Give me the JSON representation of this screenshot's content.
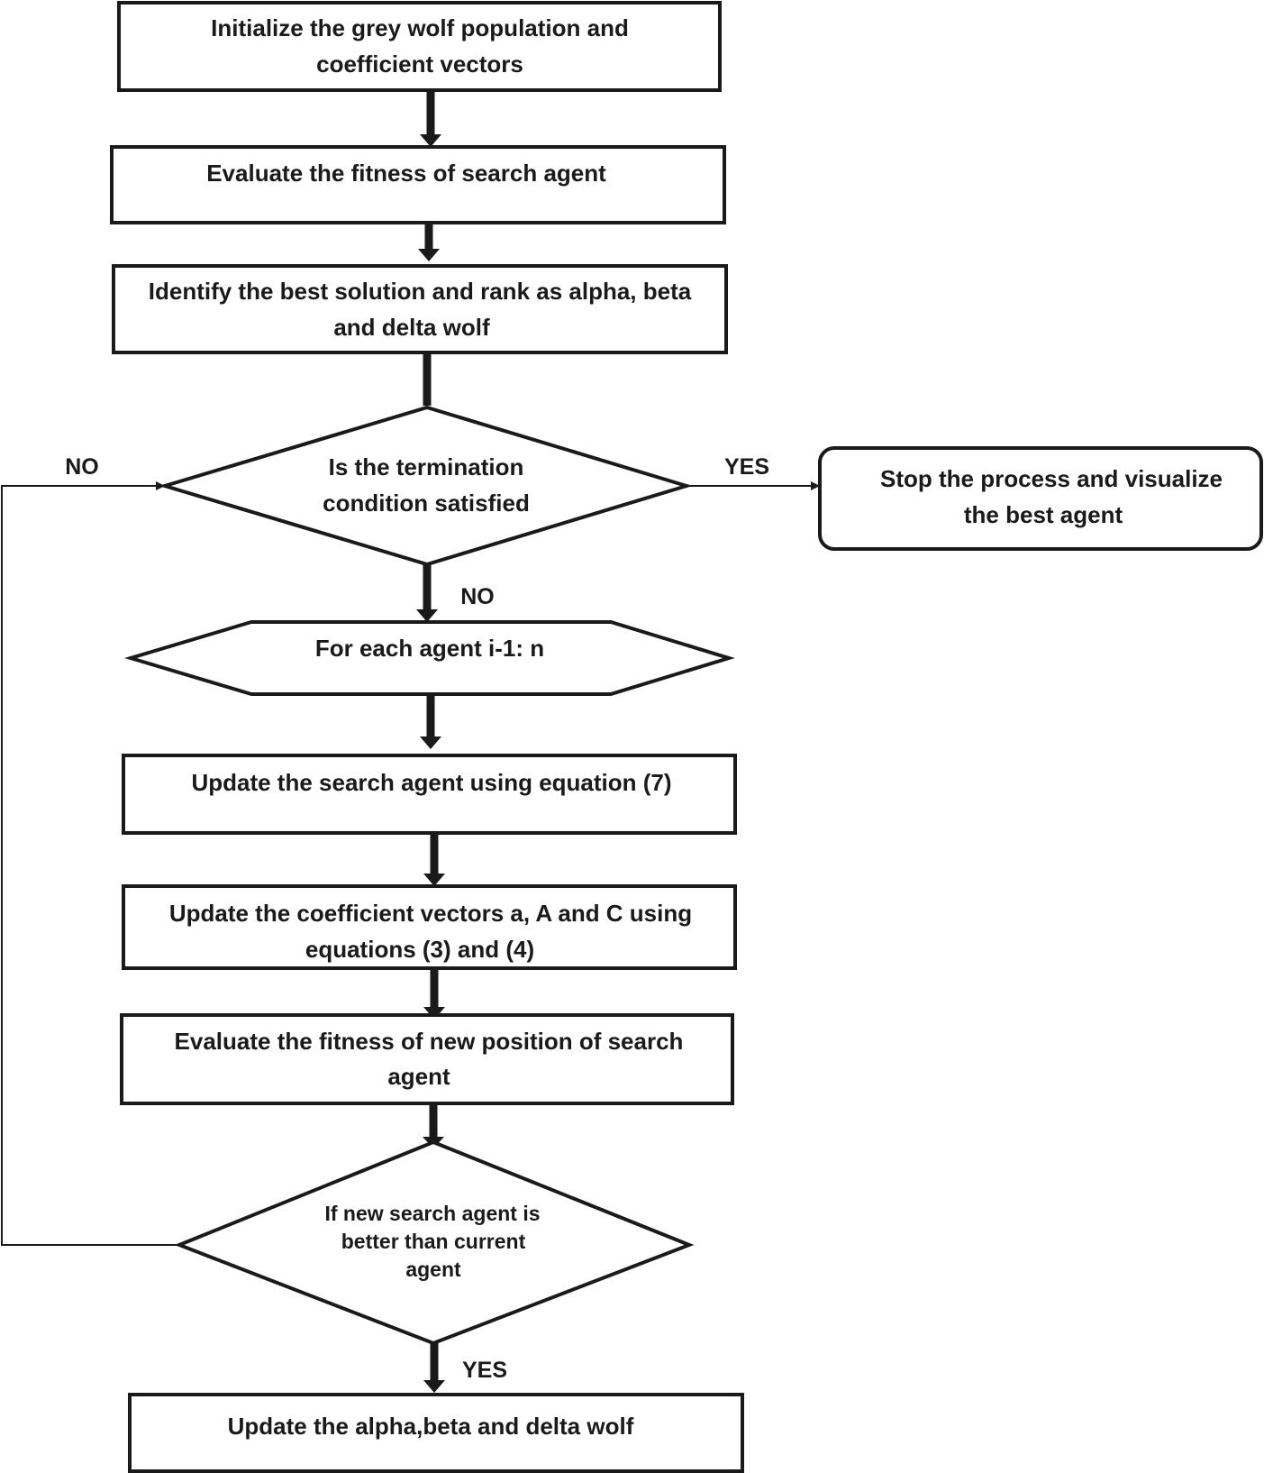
{
  "flowchart": {
    "init": {
      "line1": "Initialize the grey wolf population and",
      "line2": "coefficient vectors"
    },
    "evaluate": {
      "line1": "Evaluate the fitness of search agent"
    },
    "identify": {
      "line1": "Identify the best solution and rank as alpha, beta",
      "line2": "and delta wolf"
    },
    "termination": {
      "line1": "Is the termination",
      "line2": "condition satisfied"
    },
    "stop": {
      "line1": "Stop the process and visualize",
      "line2": "the best agent"
    },
    "loop": {
      "line1": "For each agent i-1: n"
    },
    "update_agent": {
      "line1": "Update the search agent using equation (7)"
    },
    "update_coeff": {
      "line1": "Update the coefficient vectors a, A and C using",
      "line2": "equations (3) and (4)"
    },
    "evaluate_new": {
      "line1": "Evaluate the fitness of new position of search",
      "line2": "agent"
    },
    "better": {
      "line1": "If new search agent is",
      "line2": "better than current",
      "line3": "agent"
    },
    "update_wolves": {
      "line1": "Update the alpha,beta and delta wolf"
    },
    "labels": {
      "no_left": "NO",
      "yes_right": "YES",
      "no_down": "NO",
      "yes_down": "YES"
    }
  }
}
